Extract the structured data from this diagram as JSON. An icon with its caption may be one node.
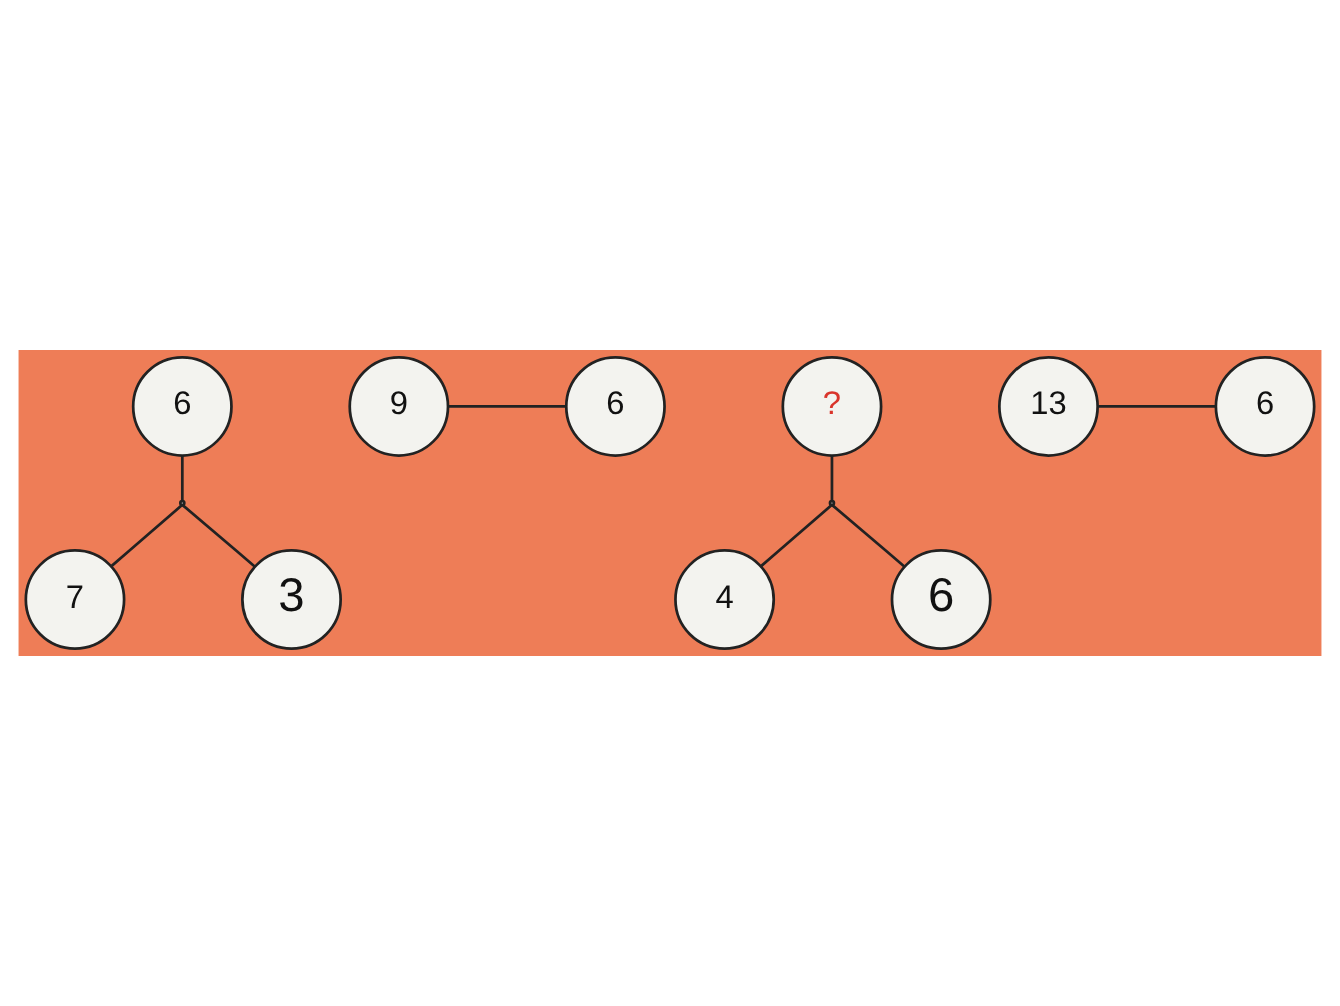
{
  "diagram": {
    "nodes": [
      {
        "text": [
          "6"
        ]
      },
      {
        "text": [
          "9"
        ]
      },
      {
        "text": [
          "6"
        ]
      },
      {
        "text": [],
        "shape": "point"
      },
      {
        "text": [
          "7"
        ]
      },
      {
        "text": [
          "3"
        ]
      },
      {
        "text": [
          "?"
        ]
      },
      {
        "text": [
          "13"
        ]
      },
      {
        "text": [
          "6"
        ]
      },
      {
        "text": [],
        "shape": "point"
      },
      {
        "text": [
          "4"
        ]
      },
      {
        "text": [
          "6"
        ]
      }
    ],
    "edges": [
      {
        "from": 0,
        "to": 3,
        "arrow": "none"
      },
      {
        "from": 1,
        "to": 2,
        "arrow": "none"
      },
      {
        "from": 3,
        "to": 4,
        "arrow": "none"
      },
      {
        "from": 3,
        "to": 5,
        "arrow": "none"
      },
      {
        "from": 6,
        "to": 9,
        "arrow": "none"
      },
      {
        "from": 7,
        "to": 8,
        "arrow": "none"
      },
      {
        "from": 9,
        "to": 10,
        "arrow": "none"
      },
      {
        "from": 9,
        "to": 11,
        "arrow": "none"
      }
    ]
  }
}
